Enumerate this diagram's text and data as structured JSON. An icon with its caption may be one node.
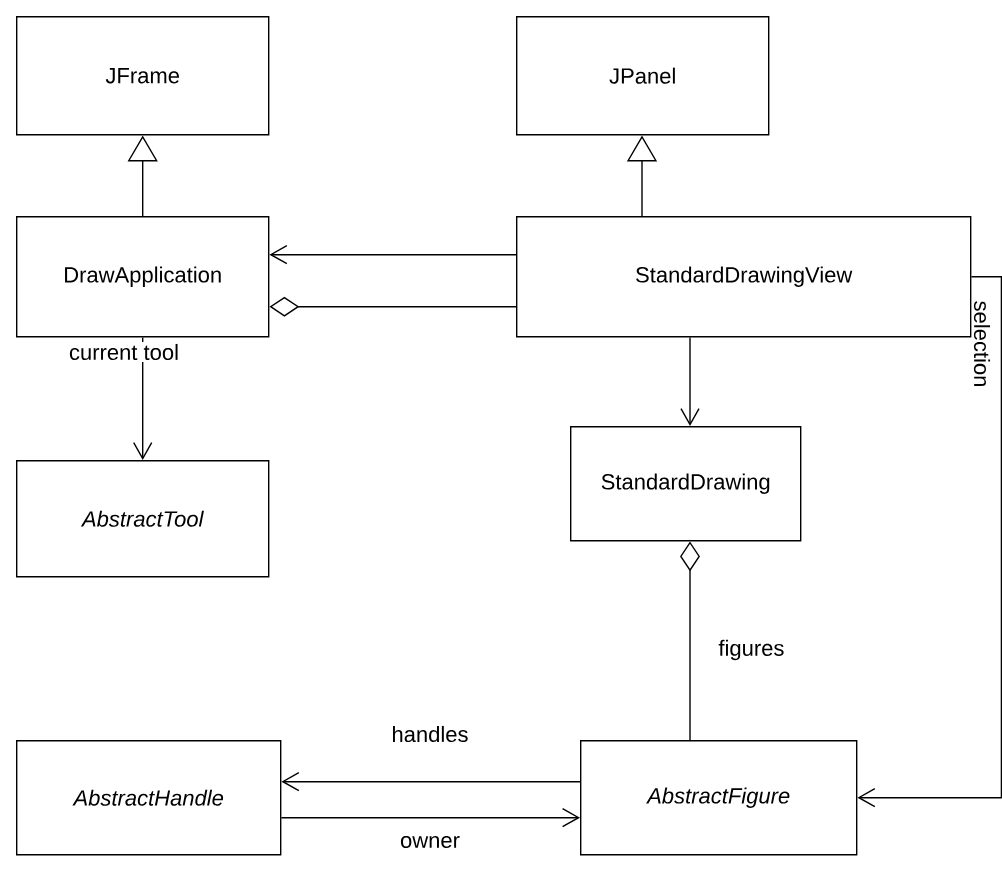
{
  "diagram": {
    "nodes": [
      {
        "text": [
          "JFrame"
        ]
      },
      {
        "text": [
          "JPanel"
        ]
      },
      {
        "text": [
          "DrawApplication"
        ]
      },
      {
        "text": [
          "StandardDrawingView"
        ]
      },
      {
        "text": [
          "AbstractTool"
        ]
      },
      {
        "text": [
          "StandardDrawing"
        ]
      },
      {
        "text": [
          "AbstractHandle"
        ]
      },
      {
        "text": [
          "AbstractFigure"
        ]
      }
    ],
    "edges": [
      {
        "from": 2,
        "to": 0,
        "arrow": "to"
      },
      {
        "from": 3,
        "to": 1,
        "arrow": "to"
      },
      {
        "from": 3,
        "to": 2,
        "arrow": "to"
      },
      {
        "from": 2,
        "to": 3,
        "arrow": "other"
      },
      {
        "from": 2,
        "to": 4,
        "arrow": "to",
        "label": "current tool"
      },
      {
        "from": 3,
        "to": 5,
        "arrow": "to"
      },
      {
        "from": 5,
        "to": 7,
        "arrow": "other",
        "label": "figures"
      },
      {
        "from": 7,
        "to": 6,
        "arrow": "to",
        "label": "handles"
      },
      {
        "from": 6,
        "to": 7,
        "arrow": "to",
        "label": "owner"
      },
      {
        "from": 3,
        "to": 7,
        "arrow": "to",
        "label": "selection"
      }
    ]
  }
}
